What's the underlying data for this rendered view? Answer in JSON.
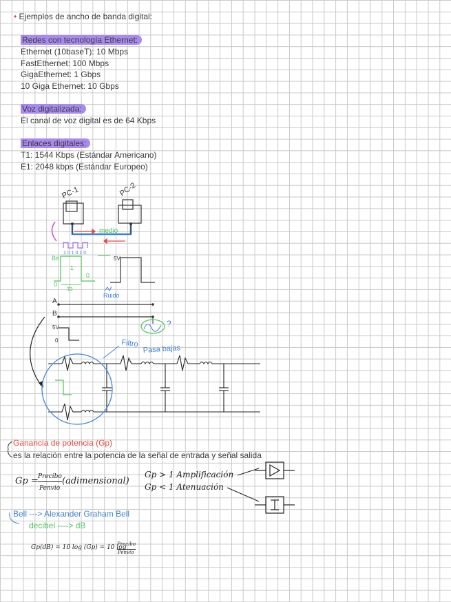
{
  "intro": {
    "bullet": "•",
    "title": "Ejemplos de ancho de banda digital:"
  },
  "ethernet": {
    "heading": "Redes con tecnología Ethernet:",
    "items": [
      "Ethernet (10baseT): 10 Mbps",
      "FastEthernet: 100 Mbps",
      "GigaEthernet: 1 Gbps",
      "10 Giga Ethernet: 10 Gbps"
    ]
  },
  "voz": {
    "heading": "Voz digitalizada:",
    "text": "El canal de voz digital es de 64 Kbps"
  },
  "enlaces": {
    "heading": "Enlaces digitales:",
    "items": [
      "T1: 1544 Kbps (Estándar Americano)",
      "E1: 2048 kbps (Estándar Europeo)"
    ]
  },
  "diagram": {
    "pc1": "PC-1",
    "pc2": "PC-2",
    "medio": "medio",
    "bits": "1 0 1 0 1 0",
    "bit_label": "Bit",
    "one": "1",
    "zero_left": "0",
    "zero_right": "0",
    "tb": "tb",
    "sv_top": "5V",
    "ruido": "Ruido",
    "a": "A",
    "b": "B",
    "sv_mid": "5V",
    "zero_mid": "0",
    "question": "?",
    "filtro": "Filtro",
    "pasa_bajas": "Pasa bajas"
  },
  "ganancia": {
    "title": "Ganancia de potencia (Gp)",
    "desc": "es la relación entre la potencia de la señal de entrada y señal salida",
    "formula_lhs": "Gp =",
    "num": "Precibo",
    "den": "Penvio",
    "units": "(adimensional)",
    "case1": "Gp > 1  Amplificación",
    "case2": "Gp < 1  Atenuación"
  },
  "bell": {
    "line1": "Bell ---> Alexander Graham Bell",
    "line2": "decibel ----> dB"
  },
  "db_formula": {
    "lhs": "Gp(dB) = 10 log (Gp) = 10 log",
    "num": "Precibo",
    "den": "Penvio"
  },
  "colors": {
    "highlight": "#a98bf0",
    "red": "#e5473f",
    "blue": "#3f84d8",
    "green": "#4cc65a"
  }
}
